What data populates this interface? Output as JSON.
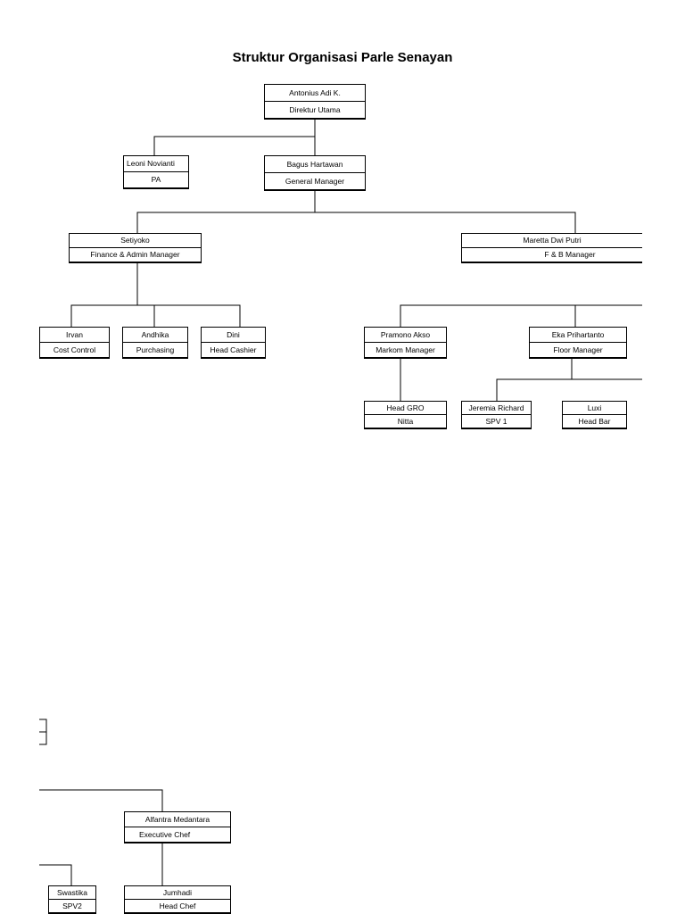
{
  "title": "Struktur Organisasi Parle Senayan",
  "nodes": {
    "antonius": {
      "name": "Antonius Adi K.",
      "role": "Direktur Utama"
    },
    "leoni": {
      "name": "Leoni Novianti",
      "role": "PA"
    },
    "bagus": {
      "name": "Bagus Hartawan",
      "role": "General Manager"
    },
    "setiyoko": {
      "name": "Setiyoko",
      "role": "Finance & Admin Manager"
    },
    "maretta": {
      "name": "Maretta Dwi Putri",
      "role": "F & B Manager"
    },
    "irvan": {
      "name": "Irvan",
      "role": "Cost Control"
    },
    "andhika": {
      "name": "Andhika",
      "role": "Purchasing"
    },
    "dini": {
      "name": "Dini",
      "role": "Head Cashier"
    },
    "pramono": {
      "name": "Pramono Akso",
      "role": "Markom Manager"
    },
    "eka": {
      "name": "Eka Prihartanto",
      "role": "Floor Manager"
    },
    "headgro": {
      "name": "Head GRO",
      "role": "Nitta"
    },
    "jeremia": {
      "name": "Jeremia Richard",
      "role": "SPV 1"
    },
    "luxi": {
      "name": "Luxi",
      "role": "Head Bar"
    },
    "alfantra": {
      "name": "Alfantra Medantara",
      "role": "Executive Chef"
    },
    "swastika": {
      "name": "Swastika",
      "role": "SPV2"
    },
    "jumhadi": {
      "name": "Jumhadi",
      "role": "Head Chef"
    }
  }
}
